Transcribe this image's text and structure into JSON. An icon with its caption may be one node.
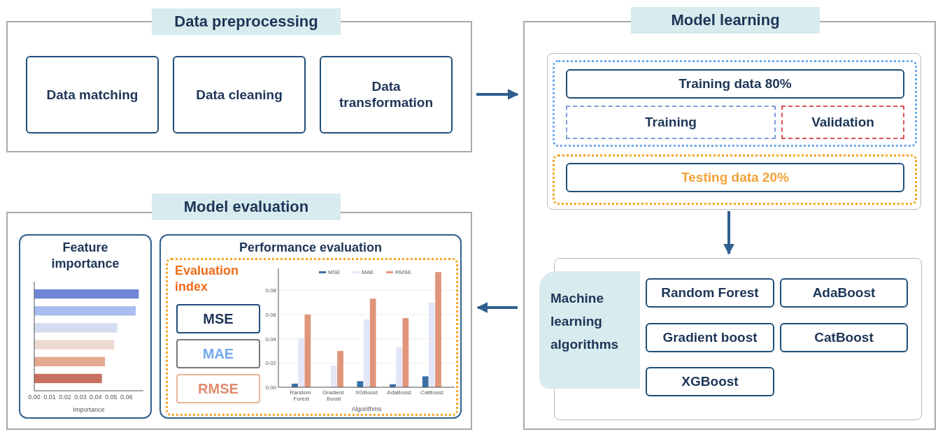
{
  "diagram": {
    "nodes": [
      {
        "text": [
          "Data preprocessing"
        ]
      },
      {
        "text": [
          "Data matching"
        ],
        "in": 0
      },
      {
        "text": [
          "Data cleaning"
        ],
        "in": 0
      },
      {
        "text": [
          "Data transformation"
        ],
        "in": 0
      },
      {
        "text": [
          "Model learning"
        ]
      },
      {
        "text": [],
        "shape": "box",
        "in": 4
      },
      {
        "text": [],
        "shape": "box",
        "in": 5
      },
      {
        "text": [
          "Training data 80%"
        ],
        "in": 6
      },
      {
        "text": [
          "Training"
        ],
        "in": 6
      },
      {
        "text": [
          "Validation"
        ],
        "in": 6
      },
      {
        "text": [],
        "shape": "box",
        "in": 5
      },
      {
        "text": [
          "Testing data 20%"
        ],
        "in": 10
      },
      {
        "text": [
          "Machine learning algorithms"
        ],
        "in": 4
      },
      {
        "text": [
          "Random Forest"
        ],
        "in": 12
      },
      {
        "text": [
          "AdaBoost"
        ],
        "in": 12
      },
      {
        "text": [
          "Gradient boost"
        ],
        "in": 12
      },
      {
        "text": [
          "CatBoost"
        ],
        "in": 12
      },
      {
        "text": [
          "XGBoost"
        ],
        "in": 12
      },
      {
        "text": [
          "Model evaluation"
        ]
      },
      {
        "text": [
          "Feature importance"
        ],
        "in": 18
      },
      {
        "text": [
          "Performance evaluation"
        ],
        "in": 18
      },
      {
        "text": [
          "Evaluation index"
        ],
        "in": 20
      },
      {
        "text": [
          "MSE"
        ],
        "in": 21
      },
      {
        "text": [
          "MAE"
        ],
        "in": 21
      },
      {
        "text": [
          "RMSE"
        ],
        "in": 21
      }
    ],
    "edges": [
      {
        "from": 0,
        "to": 4,
        "arrow": "to"
      },
      {
        "from": 5,
        "to": 12,
        "arrow": "to"
      },
      {
        "from": 4,
        "to": 18,
        "arrow": "to"
      }
    ],
    "chart_data": [
      {
        "type": "bar",
        "orientation": "horizontal",
        "xlabel": "Importance",
        "categories": [
          null,
          null,
          null,
          null,
          null,
          null
        ],
        "series": [
          {
            "values": [
              0.068,
              0.066,
              0.054,
              0.052,
              0.046,
              0.044
            ]
          }
        ],
        "xlim": [
          0,
          0.071
        ],
        "xticks": [
          {
            "value": 0,
            "label": "0.00"
          },
          {
            "value": 0.01,
            "label": "0.01"
          },
          {
            "value": 0.02,
            "label": "0.02"
          },
          {
            "value": 0.03,
            "label": "0.03"
          },
          {
            "value": 0.04,
            "label": "0.04"
          },
          {
            "value": 0.05,
            "label": "0.05"
          },
          {
            "value": 0.06,
            "label": "0.06"
          }
        ]
      },
      {
        "type": "bar",
        "xlabel": "Algorithms",
        "categories": [
          "Random Forest",
          "Gradient Boost",
          "XGBoost",
          "AdaBoost",
          "CatBoost"
        ],
        "series": [
          {
            "name": "MSE",
            "color": "#3a6ea5",
            "values": [
              0.003,
              null,
              0.005,
              0.0025,
              0.009
            ]
          },
          {
            "name": "MAE",
            "color": "#e3e6f7",
            "values": [
              0.04,
              0.018,
              0.056,
              0.033,
              0.07
            ]
          },
          {
            "name": "RMSE",
            "color": "#e0957a",
            "values": [
              0.06,
              0.03,
              0.073,
              0.057,
              0.095
            ]
          }
        ],
        "ylim": [
          0,
          0.098
        ],
        "grid": true,
        "legend": true,
        "yticks": [
          {
            "value": 0,
            "label": "0.00"
          },
          {
            "value": 0.02,
            "label": "0.02"
          },
          {
            "value": 0.04,
            "label": "0.04"
          },
          {
            "value": 0.06,
            "label": "0.06"
          },
          {
            "value": 0.08,
            "label": "0.08"
          }
        ]
      }
    ]
  }
}
